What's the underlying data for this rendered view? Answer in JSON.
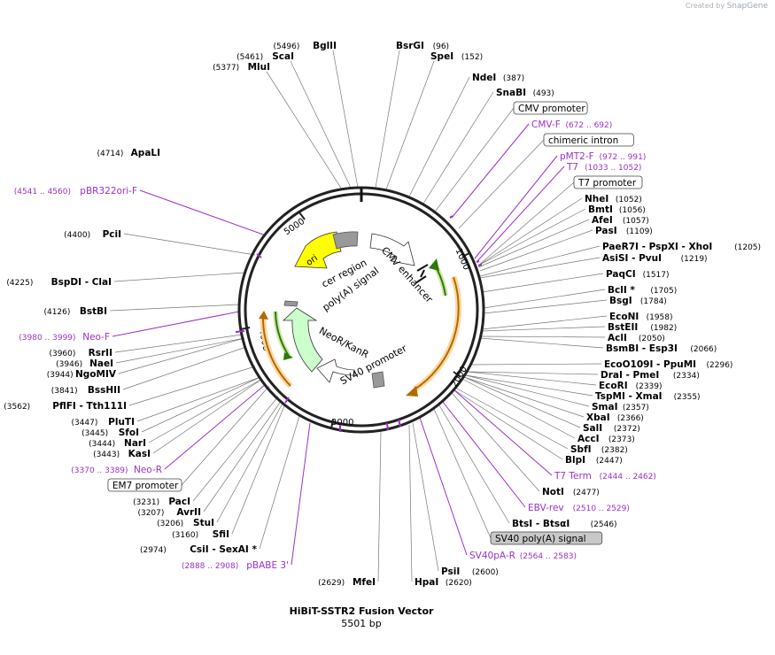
{
  "brand": {
    "created_by": "Created by",
    "app": "SnapGene"
  },
  "plasmid": {
    "name": "HiBiT-SSTR2 Fusion Vector",
    "length_label": "5501 bp",
    "length": 5501
  },
  "ticks": [
    "1000",
    "2000",
    "3000",
    "4000",
    "5000"
  ],
  "colors": {
    "enzyme": "#000000",
    "primer": "#9b30c8",
    "backbone": "#222222",
    "ori": "#ffff00",
    "neo": "#ccffcc",
    "cds": "#ffb74d"
  },
  "features": [
    {
      "name": "ori",
      "type": "ori"
    },
    {
      "name": "cer region",
      "type": "misc"
    },
    {
      "name": "poly(A) signal",
      "type": "polyA"
    },
    {
      "name": "CMV enhancer",
      "type": "enhancer"
    },
    {
      "name": "NeoR/KanR",
      "type": "cds"
    },
    {
      "name": "SV40 promoter",
      "type": "promoter"
    }
  ],
  "labels": [
    {
      "name": "BglII",
      "pos": "(5496)",
      "kind": "enzyme"
    },
    {
      "name": "ScaI",
      "pos": "(5461)",
      "kind": "enzyme"
    },
    {
      "name": "MluI",
      "pos": "(5377)",
      "kind": "enzyme"
    },
    {
      "name": "BsrGI",
      "pos": "(96)",
      "kind": "enzyme"
    },
    {
      "name": "SpeI",
      "pos": "(152)",
      "kind": "enzyme"
    },
    {
      "name": "NdeI",
      "pos": "(387)",
      "kind": "enzyme"
    },
    {
      "name": "SnaBI",
      "pos": "(493)",
      "kind": "enzyme"
    },
    {
      "name": "CMV promoter",
      "pos": "",
      "kind": "boxed"
    },
    {
      "name": "CMV-F",
      "pos": "(672 .. 692)",
      "kind": "primer"
    },
    {
      "name": "chimeric intron",
      "pos": "",
      "kind": "boxed"
    },
    {
      "name": "pMT2-F",
      "pos": "(972 .. 991)",
      "kind": "primer"
    },
    {
      "name": "T7",
      "pos": "(1033 .. 1052)",
      "kind": "primer"
    },
    {
      "name": "T7 promoter",
      "pos": "",
      "kind": "boxed"
    },
    {
      "name": "NheI",
      "pos": "(1052)",
      "kind": "enzyme"
    },
    {
      "name": "BmtI",
      "pos": "(1056)",
      "kind": "enzyme"
    },
    {
      "name": "AfeI",
      "pos": "(1057)",
      "kind": "enzyme"
    },
    {
      "name": "PasI",
      "pos": "(1109)",
      "kind": "enzyme"
    },
    {
      "name": "PaeR7I - PspXI - XhoI",
      "pos": "(1205)",
      "kind": "enzyme"
    },
    {
      "name": "AsiSI - PvuI",
      "pos": "(1219)",
      "kind": "enzyme"
    },
    {
      "name": "PaqCI",
      "pos": "(1517)",
      "kind": "enzyme"
    },
    {
      "name": "BclI *",
      "pos": "(1705)",
      "kind": "enzyme"
    },
    {
      "name": "BsgI",
      "pos": "(1784)",
      "kind": "enzyme"
    },
    {
      "name": "EcoNI",
      "pos": "(1958)",
      "kind": "enzyme"
    },
    {
      "name": "BstEII",
      "pos": "(1982)",
      "kind": "enzyme"
    },
    {
      "name": "AclI",
      "pos": "(2050)",
      "kind": "enzyme"
    },
    {
      "name": "BsmBI - Esp3I",
      "pos": "(2066)",
      "kind": "enzyme"
    },
    {
      "name": "EcoO109I - PpuMI",
      "pos": "(2296)",
      "kind": "enzyme"
    },
    {
      "name": "DraI - PmeI",
      "pos": "(2334)",
      "kind": "enzyme"
    },
    {
      "name": "EcoRI",
      "pos": "(2339)",
      "kind": "enzyme"
    },
    {
      "name": "TspMI - XmaI",
      "pos": "(2355)",
      "kind": "enzyme"
    },
    {
      "name": "SmaI",
      "pos": "(2357)",
      "kind": "enzyme"
    },
    {
      "name": "XbaI",
      "pos": "(2366)",
      "kind": "enzyme"
    },
    {
      "name": "SalI",
      "pos": "(2372)",
      "kind": "enzyme"
    },
    {
      "name": "AccI",
      "pos": "(2373)",
      "kind": "enzyme"
    },
    {
      "name": "SbfI",
      "pos": "(2382)",
      "kind": "enzyme"
    },
    {
      "name": "BlpI",
      "pos": "(2447)",
      "kind": "enzyme"
    },
    {
      "name": "T7 Term",
      "pos": "(2444 .. 2462)",
      "kind": "primer"
    },
    {
      "name": "NotI",
      "pos": "(2477)",
      "kind": "enzyme"
    },
    {
      "name": "EBV-rev",
      "pos": "(2510 .. 2529)",
      "kind": "primer"
    },
    {
      "name": "BtsI - BtsαI",
      "pos": "(2546)",
      "kind": "enzyme"
    },
    {
      "name": "SV40 poly(A) signal",
      "pos": "",
      "kind": "boxed-gray"
    },
    {
      "name": "SV40pA-R",
      "pos": "(2564 .. 2583)",
      "kind": "primer"
    },
    {
      "name": "PsiI",
      "pos": "(2600)",
      "kind": "enzyme"
    },
    {
      "name": "HpaI",
      "pos": "(2620)",
      "kind": "enzyme"
    },
    {
      "name": "MfeI",
      "pos": "(2629)",
      "kind": "enzyme"
    },
    {
      "name": "pBABE 3'",
      "pos": "(2888 .. 2908)",
      "kind": "primer"
    },
    {
      "name": "CsiI - SexAI *",
      "pos": "(2974)",
      "kind": "enzyme"
    },
    {
      "name": "SfiI",
      "pos": "(3160)",
      "kind": "enzyme"
    },
    {
      "name": "StuI",
      "pos": "(3206)",
      "kind": "enzyme"
    },
    {
      "name": "AvrII",
      "pos": "(3207)",
      "kind": "enzyme"
    },
    {
      "name": "PacI",
      "pos": "(3231)",
      "kind": "enzyme"
    },
    {
      "name": "EM7 promoter",
      "pos": "",
      "kind": "boxed"
    },
    {
      "name": "Neo-R",
      "pos": "(3370 .. 3389)",
      "kind": "primer"
    },
    {
      "name": "KasI",
      "pos": "(3443)",
      "kind": "enzyme"
    },
    {
      "name": "NarI",
      "pos": "(3444)",
      "kind": "enzyme"
    },
    {
      "name": "SfoI",
      "pos": "(3445)",
      "kind": "enzyme"
    },
    {
      "name": "PluTI",
      "pos": "(3447)",
      "kind": "enzyme"
    },
    {
      "name": "PflFI - Tth111I",
      "pos": "(3562)",
      "kind": "enzyme"
    },
    {
      "name": "BssHII",
      "pos": "(3841)",
      "kind": "enzyme"
    },
    {
      "name": "NgoMIV",
      "pos": "(3944)",
      "kind": "enzyme"
    },
    {
      "name": "NaeI",
      "pos": "(3946)",
      "kind": "enzyme"
    },
    {
      "name": "RsrII",
      "pos": "(3960)",
      "kind": "enzyme"
    },
    {
      "name": "Neo-F",
      "pos": "(3980 .. 3999)",
      "kind": "primer"
    },
    {
      "name": "BstBI",
      "pos": "(4126)",
      "kind": "enzyme"
    },
    {
      "name": "BspDI - ClaI",
      "pos": "(4225)",
      "kind": "enzyme"
    },
    {
      "name": "PciI",
      "pos": "(4400)",
      "kind": "enzyme"
    },
    {
      "name": "pBR322ori-F",
      "pos": "(4541 .. 4560)",
      "kind": "primer"
    },
    {
      "name": "ApaLI",
      "pos": "(4714)",
      "kind": "enzyme"
    }
  ]
}
